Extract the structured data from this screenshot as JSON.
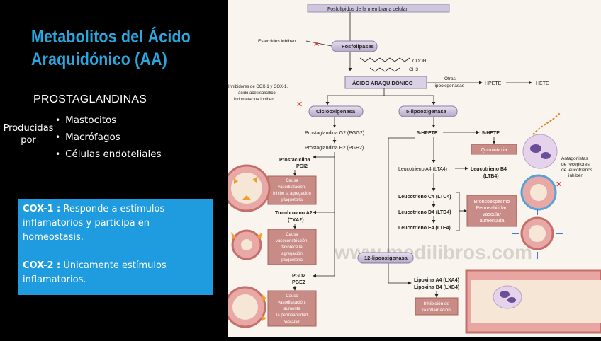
{
  "left": {
    "title_line1": "Metabolitos del Ácido",
    "title_line2": "Araquidónico (AA)",
    "subtitle": "PROSTAGLANDINAS",
    "producidas_line1": "Producidas",
    "producidas_line2": "por",
    "bullets": [
      "Mastocitos",
      "Macrófagos",
      "Células endoteliales"
    ],
    "cox1_label": "COX-1 :",
    "cox1_text": " Responde a estímulos inflamatorios y participa en homeostasis.",
    "cox2_label": "COX-2 :",
    "cox2_text": " Únicamente estímulos inflamatorios."
  },
  "diagram": {
    "membrane": "Fosfolípidos de la membrana celular",
    "esteroides": "Esteroides inhiben",
    "fosfolipasas": "Fosfolipasas",
    "cooh": "COOH",
    "ch3": "CH3",
    "acido": "ÁCIDO ARAQUIDÓNICO",
    "otras1": "Otras",
    "otras2": "lipooxigenasas",
    "hpete": "HPETE",
    "hete": "HETE",
    "inhib1": "Inhibidores de COX-1 y COX-1,",
    "inhib2": "ácido acetilsalicílico,",
    "inhib3": "indometacina inhiben",
    "ciclo": "Ciclooxigenasa",
    "lipo5": "5-lipooxigenasa",
    "pgg2": "Prostaglandina G2 (PGG2)",
    "pgh2": "Prostaglandina H2 (PGH2)",
    "hpete5": "5-HPETE",
    "hete5": "5-HETE",
    "quimiotaxia": "Quimiotaxia",
    "antag1": "Antagonistas",
    "antag2": "de receptores",
    "antag3": "de leucotrienos",
    "antag4": "inhiben",
    "prostaciclina": "Prostaciclina",
    "pgi2": "PGI2",
    "causa1": [
      "Causa",
      "vasodilatación,",
      "inhibe la agregación",
      "plaquetaria"
    ],
    "tromboxano": "Tromboxano A2",
    "txa2": "(TXA2)",
    "causa2": [
      "Causa",
      "vasoconstricción,",
      "favorece la",
      "agregación",
      "plaquetaria"
    ],
    "pgd2": "PGD2",
    "pge2": "PGE2",
    "causa3": [
      "Causa",
      "vasodilatación,",
      "aumenta",
      "la permeabilidad",
      "vascular"
    ],
    "lta4": "Leucotrieno A4 (LTA4)",
    "ltb4a": "Leucotrieno B4",
    "ltb4b": "(LTB4)",
    "ltc4": "Leucotrieno C4 (LTC4)",
    "ltd4": "Leucotrieno D4 (LTD4)",
    "lte4": "Leucotrieno E4 (LTE4)",
    "bronco": [
      "Broncoespasmo",
      "Permeabilidad",
      "vascular",
      "aumentada"
    ],
    "lipo12": "12-lipooxigenasa",
    "lxa4": "Lipoxina A4 (LXA4)",
    "lxb4": "Lipoxina B4 (LXB4)",
    "inhibicion": [
      "Inhibición de",
      "la inflamación"
    ],
    "watermark": "www.medilibros.com"
  }
}
